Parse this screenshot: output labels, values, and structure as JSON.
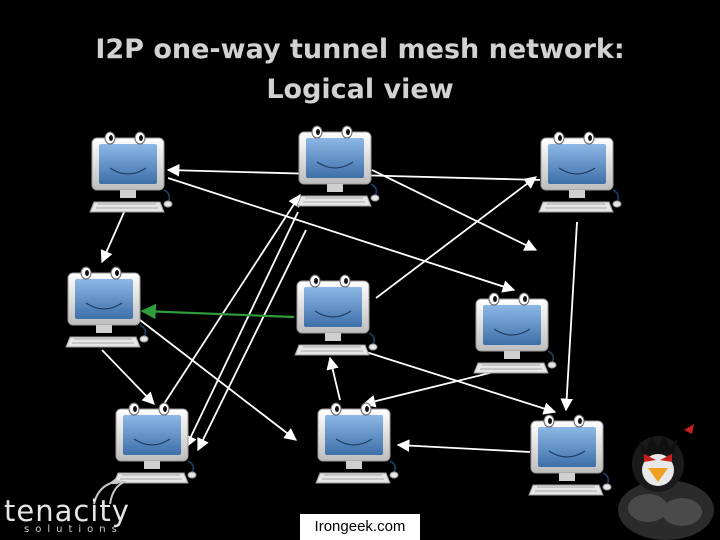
{
  "title": {
    "line1": "I2P one-way tunnel mesh network:",
    "line2": "Logical view"
  },
  "footer": {
    "text": "Irongeek.com"
  },
  "brand": {
    "name": "tenacity",
    "tagline": "solutions",
    "logo_icon": "tenacity-bird-logo-icon"
  },
  "mascot": {
    "icon": "penguin-mascot-icon"
  },
  "colors": {
    "background": "#000000",
    "title": "#D2D2D2",
    "arrow": "#FFFFFF",
    "highlight_arrow": "#2E9E3C",
    "screen": "#5B90C8",
    "monitor_body": "#F2F2F2"
  },
  "nodes": [
    {
      "id": "n1",
      "icon": "computer-icon"
    },
    {
      "id": "n2",
      "icon": "computer-icon"
    },
    {
      "id": "n3",
      "icon": "computer-icon"
    },
    {
      "id": "n4",
      "icon": "computer-icon"
    },
    {
      "id": "n5",
      "icon": "computer-icon"
    },
    {
      "id": "n6",
      "icon": "computer-icon"
    },
    {
      "id": "n7",
      "icon": "computer-icon"
    },
    {
      "id": "n8",
      "icon": "computer-icon"
    },
    {
      "id": "n9",
      "icon": "computer-icon"
    }
  ],
  "edges": [
    {
      "from": "n1",
      "to": "n4"
    },
    {
      "from": "n3",
      "to": "n1"
    },
    {
      "from": "n1",
      "to": "n6"
    },
    {
      "from": "n2",
      "to": "n7"
    },
    {
      "from": "n2",
      "to": "n9"
    },
    {
      "from": "n2",
      "to": "n3"
    },
    {
      "from": "n7",
      "to": "n2"
    },
    {
      "from": "n4",
      "to": "n7"
    },
    {
      "from": "n5",
      "to": "n4",
      "highlight": true
    },
    {
      "from": "n6",
      "to": "n8"
    },
    {
      "from": "n3",
      "to": "n9"
    },
    {
      "from": "n5",
      "to": "n3"
    },
    {
      "from": "n8",
      "to": "n5"
    },
    {
      "from": "n5",
      "to": "n6"
    },
    {
      "from": "n9",
      "to": "n8"
    },
    {
      "from": "n4",
      "to": "n9"
    }
  ]
}
